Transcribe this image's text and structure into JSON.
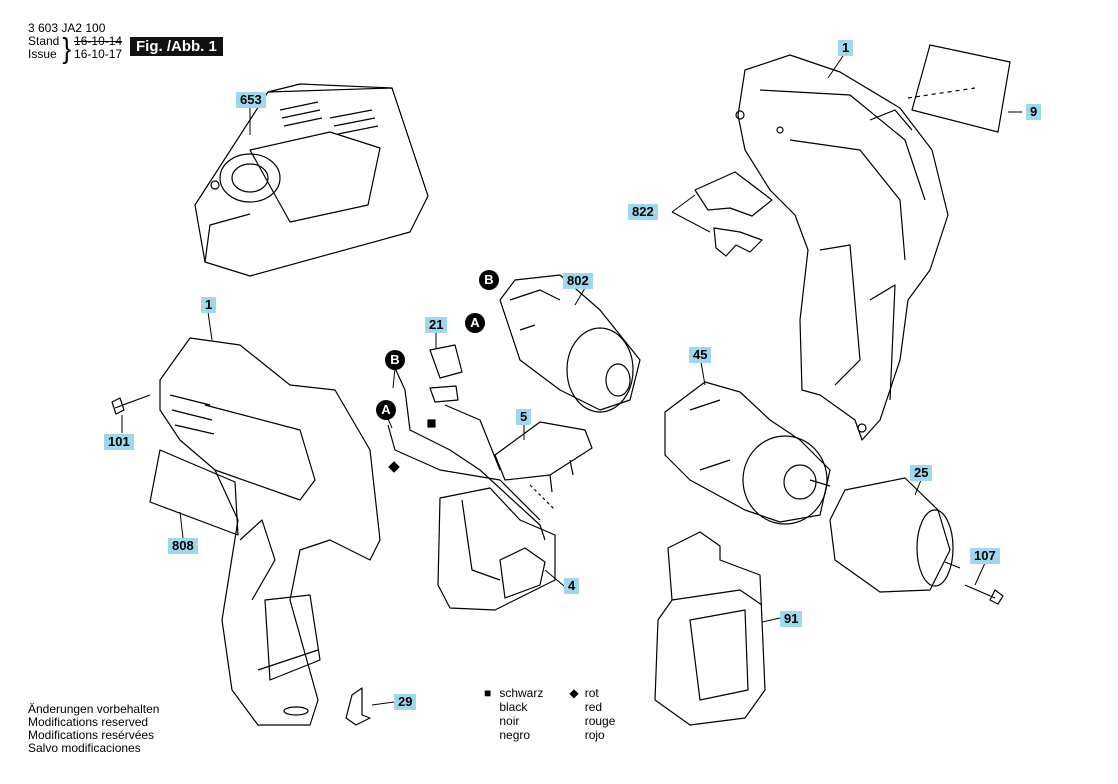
{
  "header": {
    "doc_number": "3 603 JA2 100",
    "stand_label": "Stand",
    "issue_label": "Issue",
    "date_old": "16-10-14",
    "date_new": "16-10-17",
    "figure_title": "Fig. /Abb. 1"
  },
  "callouts": {
    "c653": "653",
    "c1_top": "1",
    "c9": "9",
    "c822": "822",
    "c802": "802",
    "c1_left": "1",
    "c21": "21",
    "c45": "45",
    "c101": "101",
    "c5": "5",
    "c808": "808",
    "c4": "4",
    "c25": "25",
    "c107": "107",
    "c91": "91",
    "c29": "29"
  },
  "connectors": {
    "A": "A",
    "B": "B"
  },
  "legend": {
    "black": [
      "schwarz",
      "black",
      "noir",
      "negro"
    ],
    "red": [
      "rot",
      "red",
      "rouge",
      "rojo"
    ],
    "black_symbol": "■",
    "red_symbol": "◆"
  },
  "modifications": [
    "Änderungen vorbehalten",
    "Modifications reserved",
    "Modifications resérvées",
    "Salvo modificaciones"
  ],
  "colors": {
    "callout_bg": "#9fd7ee",
    "line": "#000000"
  }
}
